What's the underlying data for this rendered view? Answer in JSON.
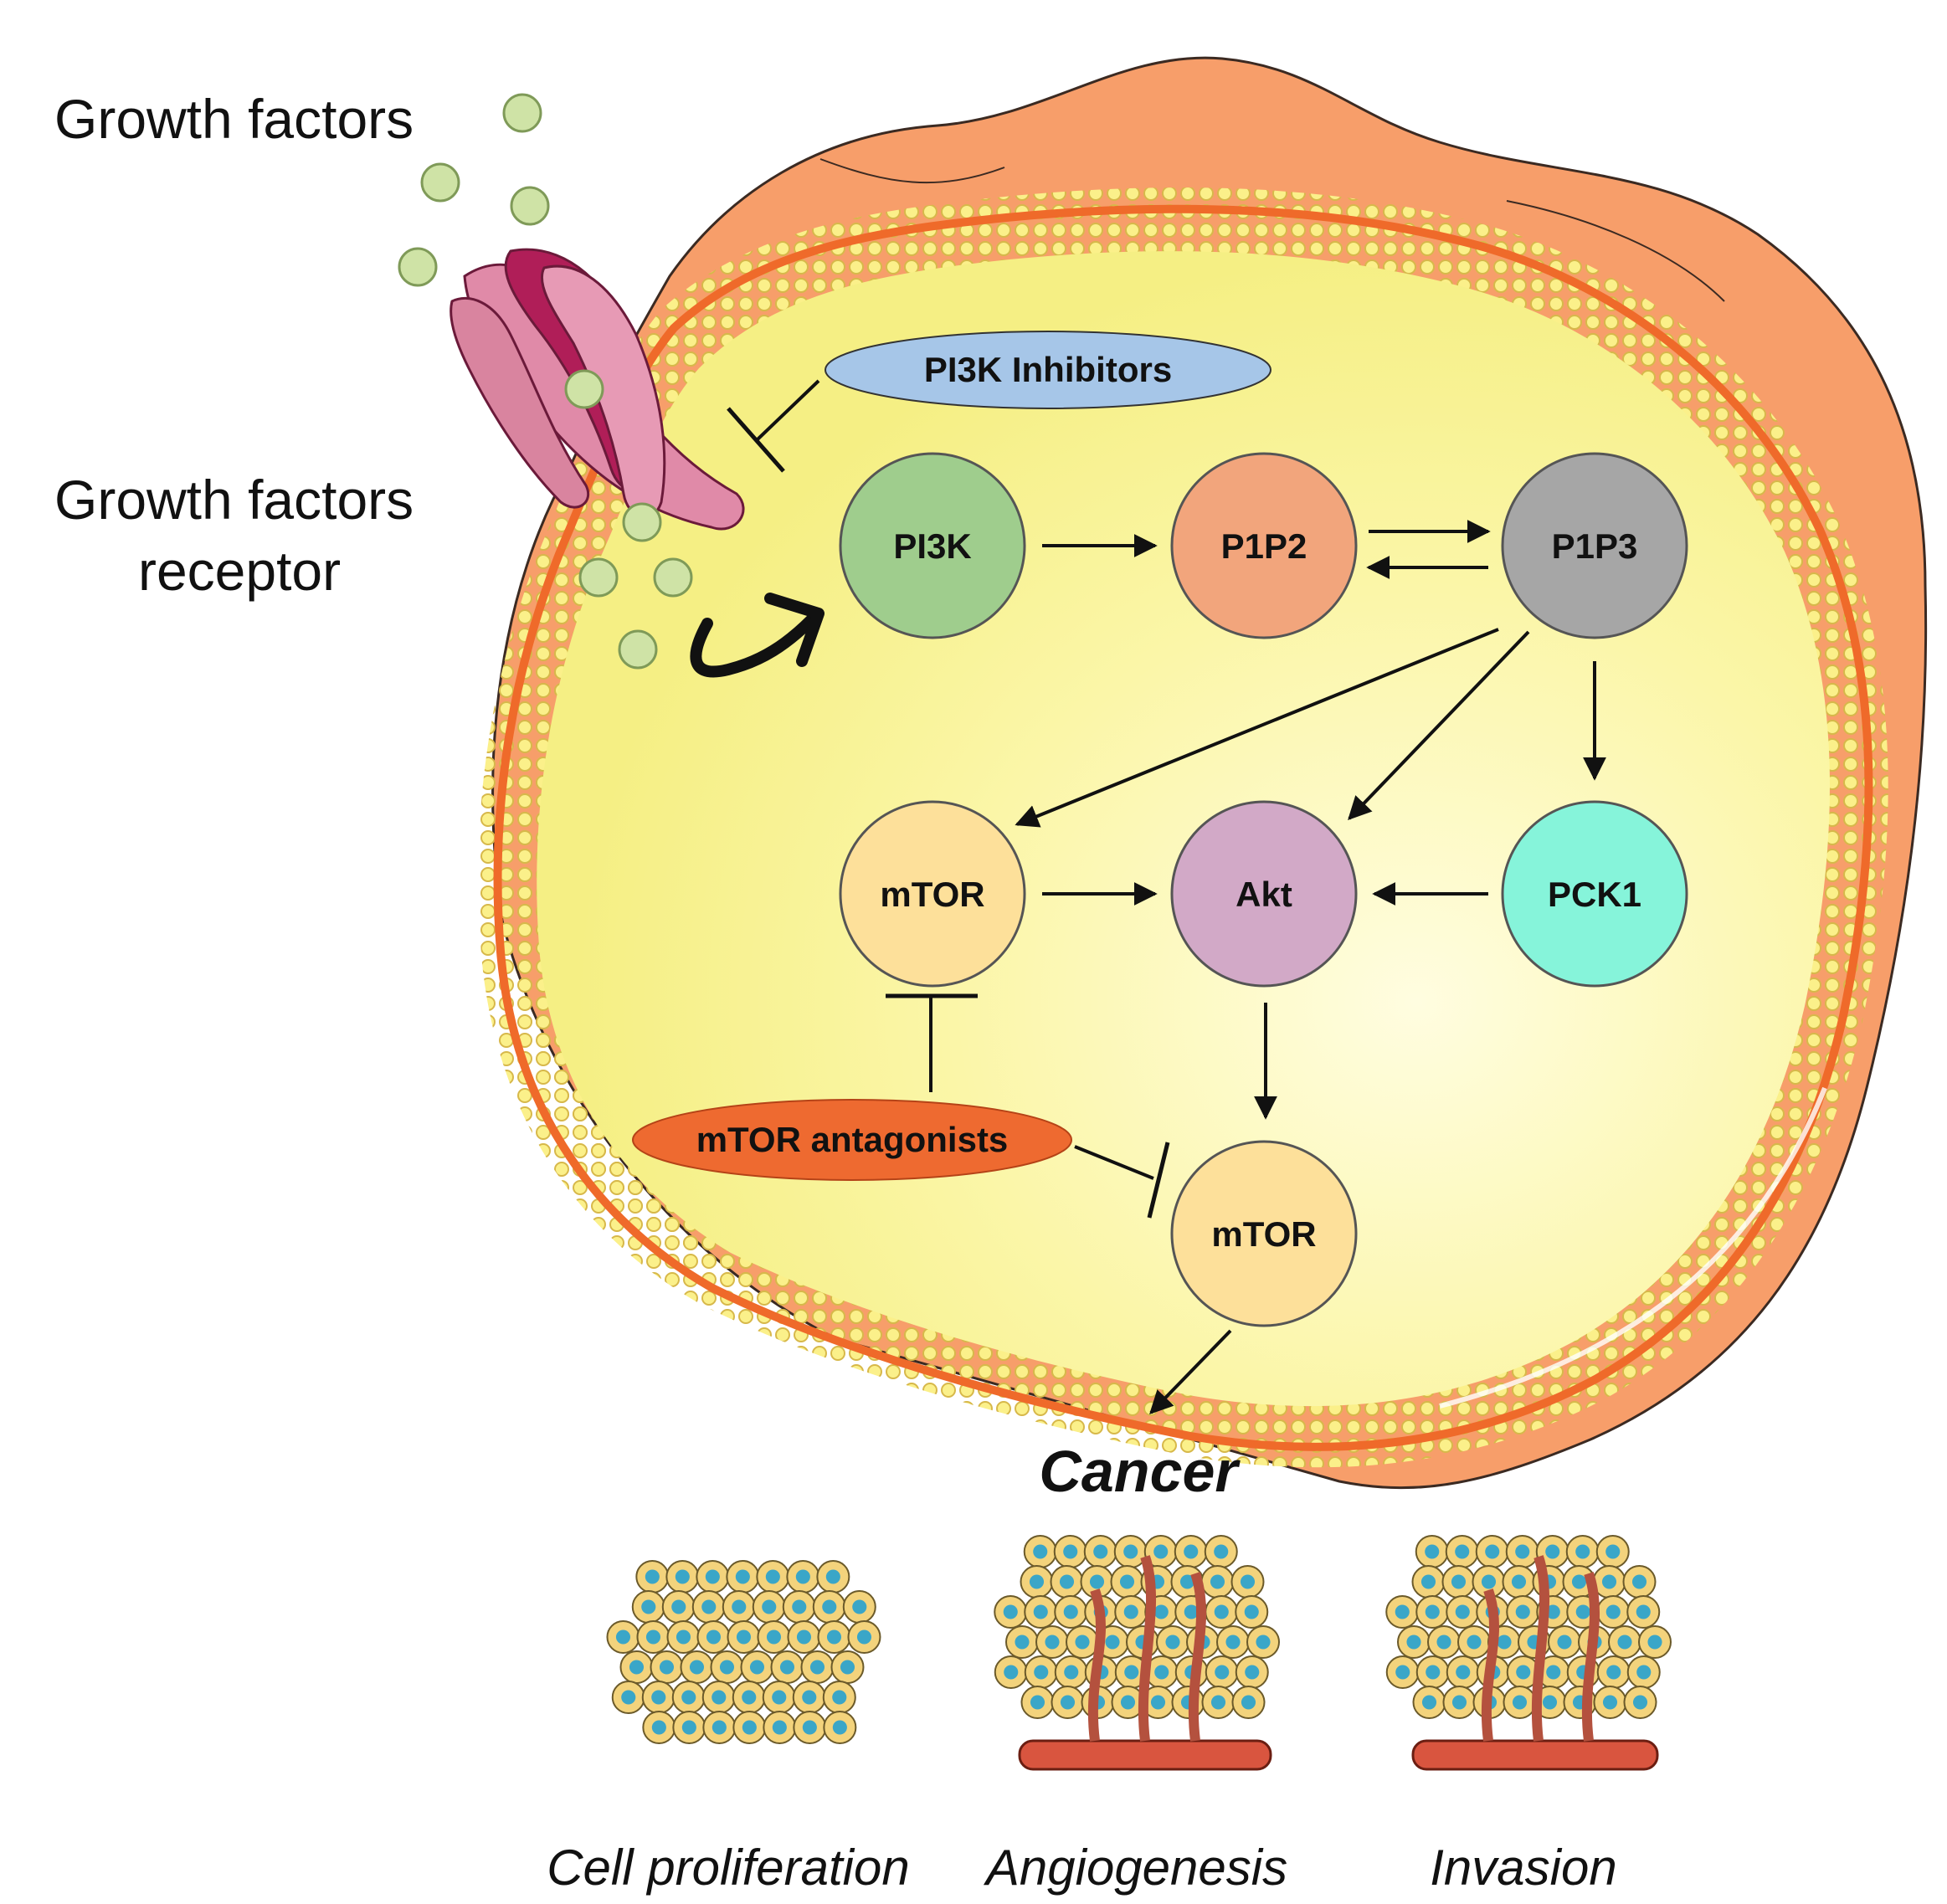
{
  "labels": {
    "growth_factors": "Growth factors",
    "receptor_line1": "Growth factors",
    "receptor_line2": "receptor",
    "cancer": "Cancer",
    "outcome_proliferation": "Cell proliferation",
    "outcome_angiogenesis": "Angiogenesis",
    "outcome_invasion": "Invasion"
  },
  "inhibitors": {
    "pi3k_inhibitors": "PI3K Inhibitors",
    "mtor_antagonists": "mTOR antagonists"
  },
  "nodes": {
    "pi3k": "PI3K",
    "p1p2": "P1P2",
    "p1p3": "P1P3",
    "mtor_upper": "mTOR",
    "akt": "Akt",
    "pck1": "PCK1",
    "mtor_lower": "mTOR"
  },
  "colors": {
    "cell_outer": "#f79e6a",
    "cell_membrane": "#ef6a2a",
    "cytoplasm": "#f9f59a",
    "pi3k": "#9fcd8d",
    "p1p2": "#f2a57c",
    "p1p3": "#a6a6a6",
    "mtor": "#fde09a",
    "akt": "#d2a9c7",
    "pck1": "#86f4da",
    "pi3k_inhibitors": "#a6c6e8",
    "mtor_antagonists": "#ee6a30",
    "receptor": "#c02a68",
    "growth_factor": "#cfe3a6"
  }
}
